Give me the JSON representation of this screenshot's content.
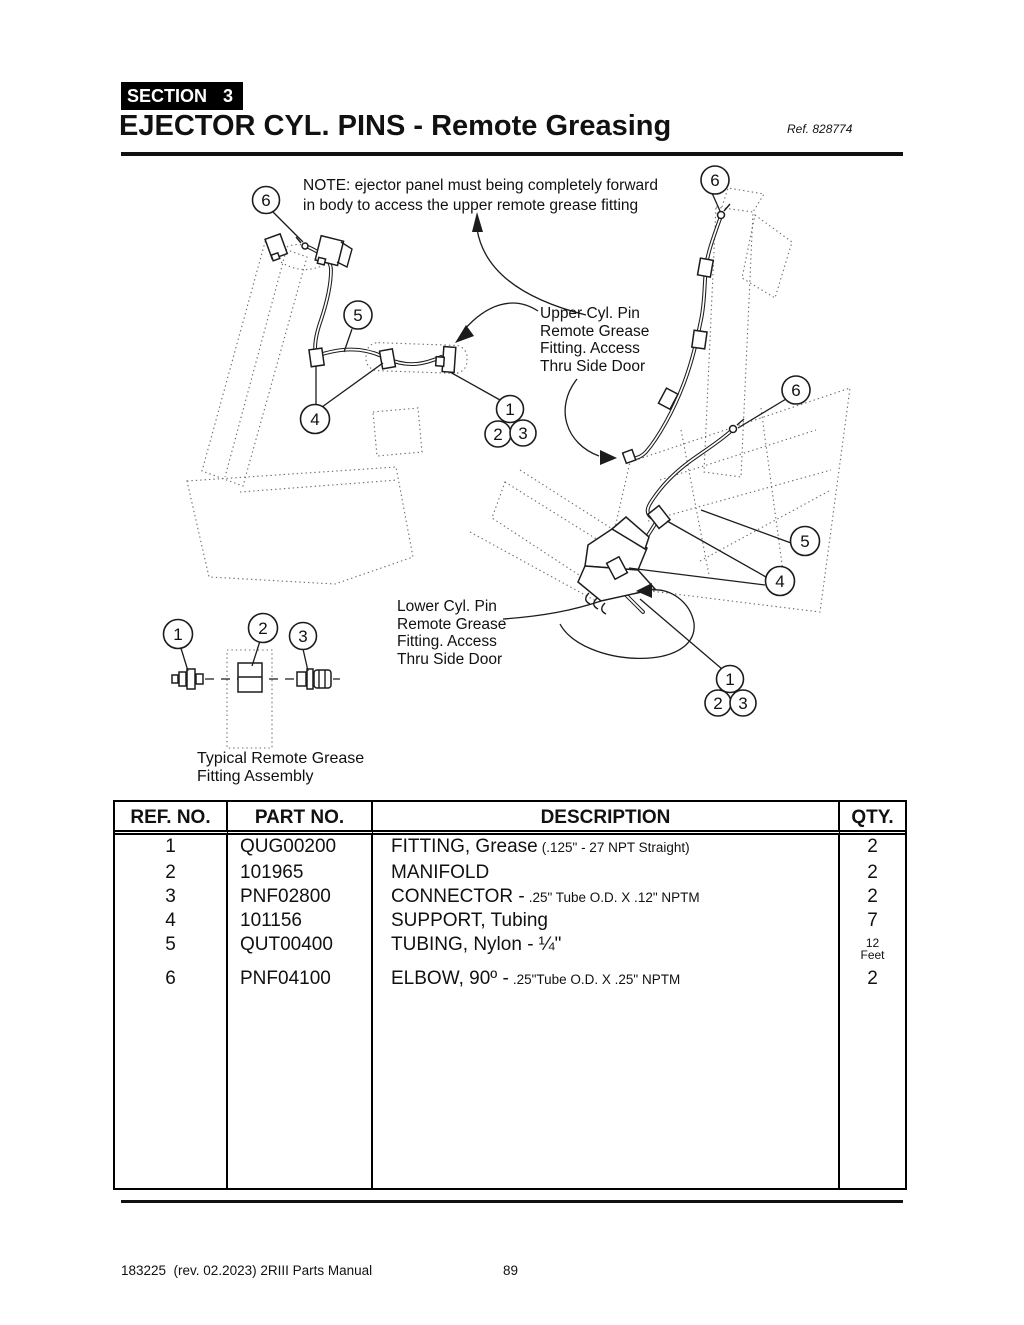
{
  "header": {
    "section_label": "SECTION",
    "section_number": "3",
    "title": "EJECTOR CYL. PINS - Remote Greasing",
    "ref": "Ref. 828774"
  },
  "diagram": {
    "note_line1": "NOTE: ejector panel must being completely forward",
    "note_line2": "in body to access the upper remote grease fitting",
    "upper_fitting_label": [
      "Upper Cyl. Pin",
      "Remote Grease",
      "Fitting. Access",
      "Thru Side Door"
    ],
    "lower_fitting_label": [
      "Lower Cyl. Pin",
      "Remote Grease",
      "Fitting. Access",
      "Thru Side Door"
    ],
    "typical_assembly_label": [
      "Typical Remote Grease",
      "Fitting Assembly"
    ],
    "numbers": {
      "n1": "1",
      "n2": "2",
      "n3": "3",
      "n4": "4",
      "n5": "5",
      "n6": "6"
    }
  },
  "table": {
    "headers": [
      "REF. NO.",
      "PART NO.",
      "DESCRIPTION",
      "QTY."
    ],
    "rows": [
      {
        "ref": "1",
        "part": "QUG00200",
        "desc_main": "FITTING, Grease",
        "desc_small": "(.125\" - 27 NPT Straight)",
        "qty": "2"
      },
      {
        "ref": "2",
        "part": "101965",
        "desc_main": "MANIFOLD",
        "desc_small": "",
        "qty": "2"
      },
      {
        "ref": "3",
        "part": "PNF02800",
        "desc_main": "CONNECTOR -",
        "desc_small": ".25\" Tube O.D. X .12\" NPTM",
        "qty": "2"
      },
      {
        "ref": "4",
        "part": "101156",
        "desc_main": "SUPPORT, Tubing",
        "desc_small": "",
        "qty": "7"
      },
      {
        "ref": "5",
        "part": "QUT00400",
        "desc_main": "TUBING, Nylon - ¼\"",
        "desc_small": "",
        "qty": "12",
        "qty_unit": "Feet"
      },
      {
        "ref": "6",
        "part": "PNF04100",
        "desc_main": "ELBOW, 90º -",
        "desc_small": ".25\"Tube O.D. X .25\" NPTM",
        "qty": "2"
      }
    ]
  },
  "footer": {
    "doc_info": "183225  (rev. 02.2023) 2RIII Parts Manual",
    "page_number": "89"
  }
}
